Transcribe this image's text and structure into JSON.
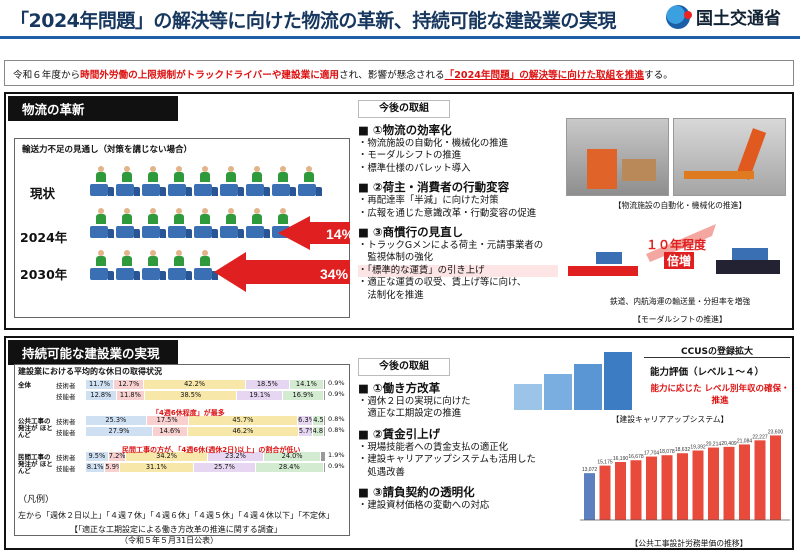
{
  "header": {
    "title": "「2024年問題」の解決等に向けた物流の革新、持続可能な建設業の実現",
    "logo_text": "国土交通省"
  },
  "intro": {
    "part1": "令和６年度から",
    "red1": "時間外労働の上限規制がトラックドライバーや建設業に適用",
    "part2": "され、影響が懸念される",
    "red2": "「2024年問題」の解決等に向けた取組を推進",
    "part3": "する。"
  },
  "logistics": {
    "heading": "物流の革新",
    "chart_title": "輸送力不足の見通し（対策を講じない場合）",
    "rows": [
      {
        "label": "現状",
        "shortage": ""
      },
      {
        "label": "2024年",
        "shortage": "14%"
      },
      {
        "label": "2030年",
        "shortage": "34%"
      }
    ],
    "future_label": "今後の取組",
    "groups": [
      {
        "title": "■ ①物流の効率化",
        "items": [
          "・物流施設の自動化・機械化の推進",
          "・モーダルシフトの推進",
          "・標準仕様のパレット導入"
        ]
      },
      {
        "title": "■ ②荷主・消費者の行動変容",
        "items": [
          "・再配達率「半減」に向けた対策",
          "・広報を通じた意識改革・行動変容の促進"
        ]
      },
      {
        "title": "■ ③商慣行の見直し",
        "items": [
          "・トラックGメンによる荷主・元請事業者の",
          "　監視体制の強化",
          "・「標準的な運賃」の引き上げ",
          "・適正な運賃の収受、賃上げ等に向け、",
          "　法制化を推進"
        ]
      }
    ],
    "photo_caption": "【物流施設の自動化・機械化の推進】",
    "modal_callout_line1": "１０年程度",
    "modal_callout_line2": "倍増",
    "modal_text": "鉄道、内航海運の輸送量・分担率を増強",
    "modal_caption": "【モーダルシフトの推進】"
  },
  "construction": {
    "heading": "持続可能な建設業の実現",
    "chart_title": "建設業における平均的な休日の取得状況",
    "chart_data": {
      "type": "bar",
      "title": "建設業における平均的な休日の取得状況",
      "legend_note": "左から「週休２日以上」「４週７休」「４週６休」「４週５休」「４週４休以下」「不定休」",
      "groups": [
        {
          "name": "全体",
          "rows": [
            {
              "name": "技術者",
              "values": [
                11.7,
                12.7,
                42.2,
                18.5,
                14.1,
                0.9
              ]
            },
            {
              "name": "技能者",
              "values": [
                12.8,
                11.8,
                38.5,
                19.1,
                16.9,
                0.9
              ]
            }
          ]
        },
        {
          "name": "公共工事の発注が ほとんど",
          "rows": [
            {
              "name": "技術者",
              "values": [
                25.3,
                17.5,
                45.7,
                6.3,
                4.5,
                0.8
              ]
            },
            {
              "name": "技能者",
              "values": [
                27.9,
                14.6,
                46.2,
                5.7,
                4.8,
                0.8
              ]
            }
          ]
        },
        {
          "name": "民間工事の発注が ほとんど",
          "rows": [
            {
              "name": "技術者",
              "values": [
                9.5,
                7.2,
                34.2,
                23.2,
                24.0,
                1.9
              ]
            },
            {
              "name": "技能者",
              "values": [
                8.1,
                5.9,
                31.1,
                25.7,
                28.4,
                0.9
              ]
            }
          ]
        }
      ]
    },
    "note1": "「4週6休程度」が最多",
    "note2": "民間工事の方が、「4週6休(週休2日)以上」の割合が低い",
    "legend_label": "（凡例）",
    "source": "【「適正な工期設定による働き方改革の推進に関する調査」",
    "source2": "（令和５年５月31日公表）",
    "future_label": "今後の取組",
    "groups": [
      {
        "title": "■ ①働き方改革",
        "items": [
          "・週休２日の実現に向けた",
          "　適正な工期設定の推進"
        ]
      },
      {
        "title": "■ ②賃金引上げ",
        "items": [
          "・現場技能者への賃金支払の適正化",
          "・建設キャリアアップシステムも活用した",
          "　処遇改善"
        ]
      },
      {
        "title": "■ ③請負契約の透明化",
        "items": [
          "・建設資材価格の変動への対応"
        ]
      }
    ],
    "ccus_label": "CCUSの登録拡大",
    "ccus_eval": "能力評価（レベル１〜４）",
    "ccus_red": "能力に応じた レベル別年収の確保・推進",
    "ccus_caption": "【建設キャリアアップシステム】",
    "wage_chart": {
      "type": "bar",
      "values": [
        13072,
        15175,
        16190,
        16678,
        17704,
        18078,
        18632,
        19392,
        20214,
        20409,
        21084,
        22227,
        23600
      ],
      "caption": "【公共工事設計労務単価の推移】"
    }
  },
  "colors": {
    "accent": "#1f5fa8",
    "alert": "#e02020",
    "seg": [
      "#cfe0f3",
      "#f7d0cf",
      "#f7e7a8",
      "#e6d6f2",
      "#d3ebd0",
      "#9a9a9a"
    ]
  }
}
